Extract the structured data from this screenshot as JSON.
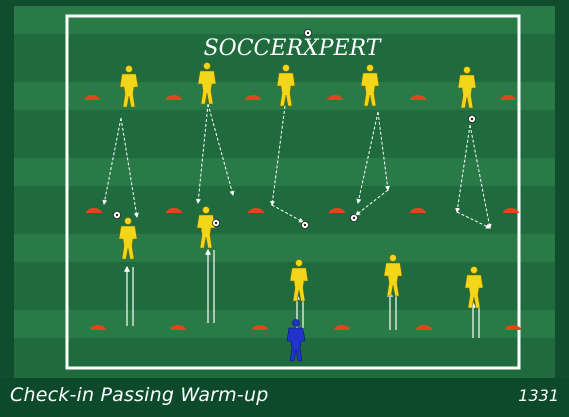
{
  "logo": {
    "text": "SOCCERXPERT"
  },
  "caption": {
    "title": "Check-in Passing Warm-up",
    "code": "1331"
  },
  "colors": {
    "grass_dark": "#1f6b3d",
    "grass_light": "#2a7a47",
    "border": "#0f4d2d",
    "lines": "#ffffff",
    "cones": "#e0461b",
    "yellow_players": "#f2d61a",
    "blue_player": "#2233cc"
  }
}
